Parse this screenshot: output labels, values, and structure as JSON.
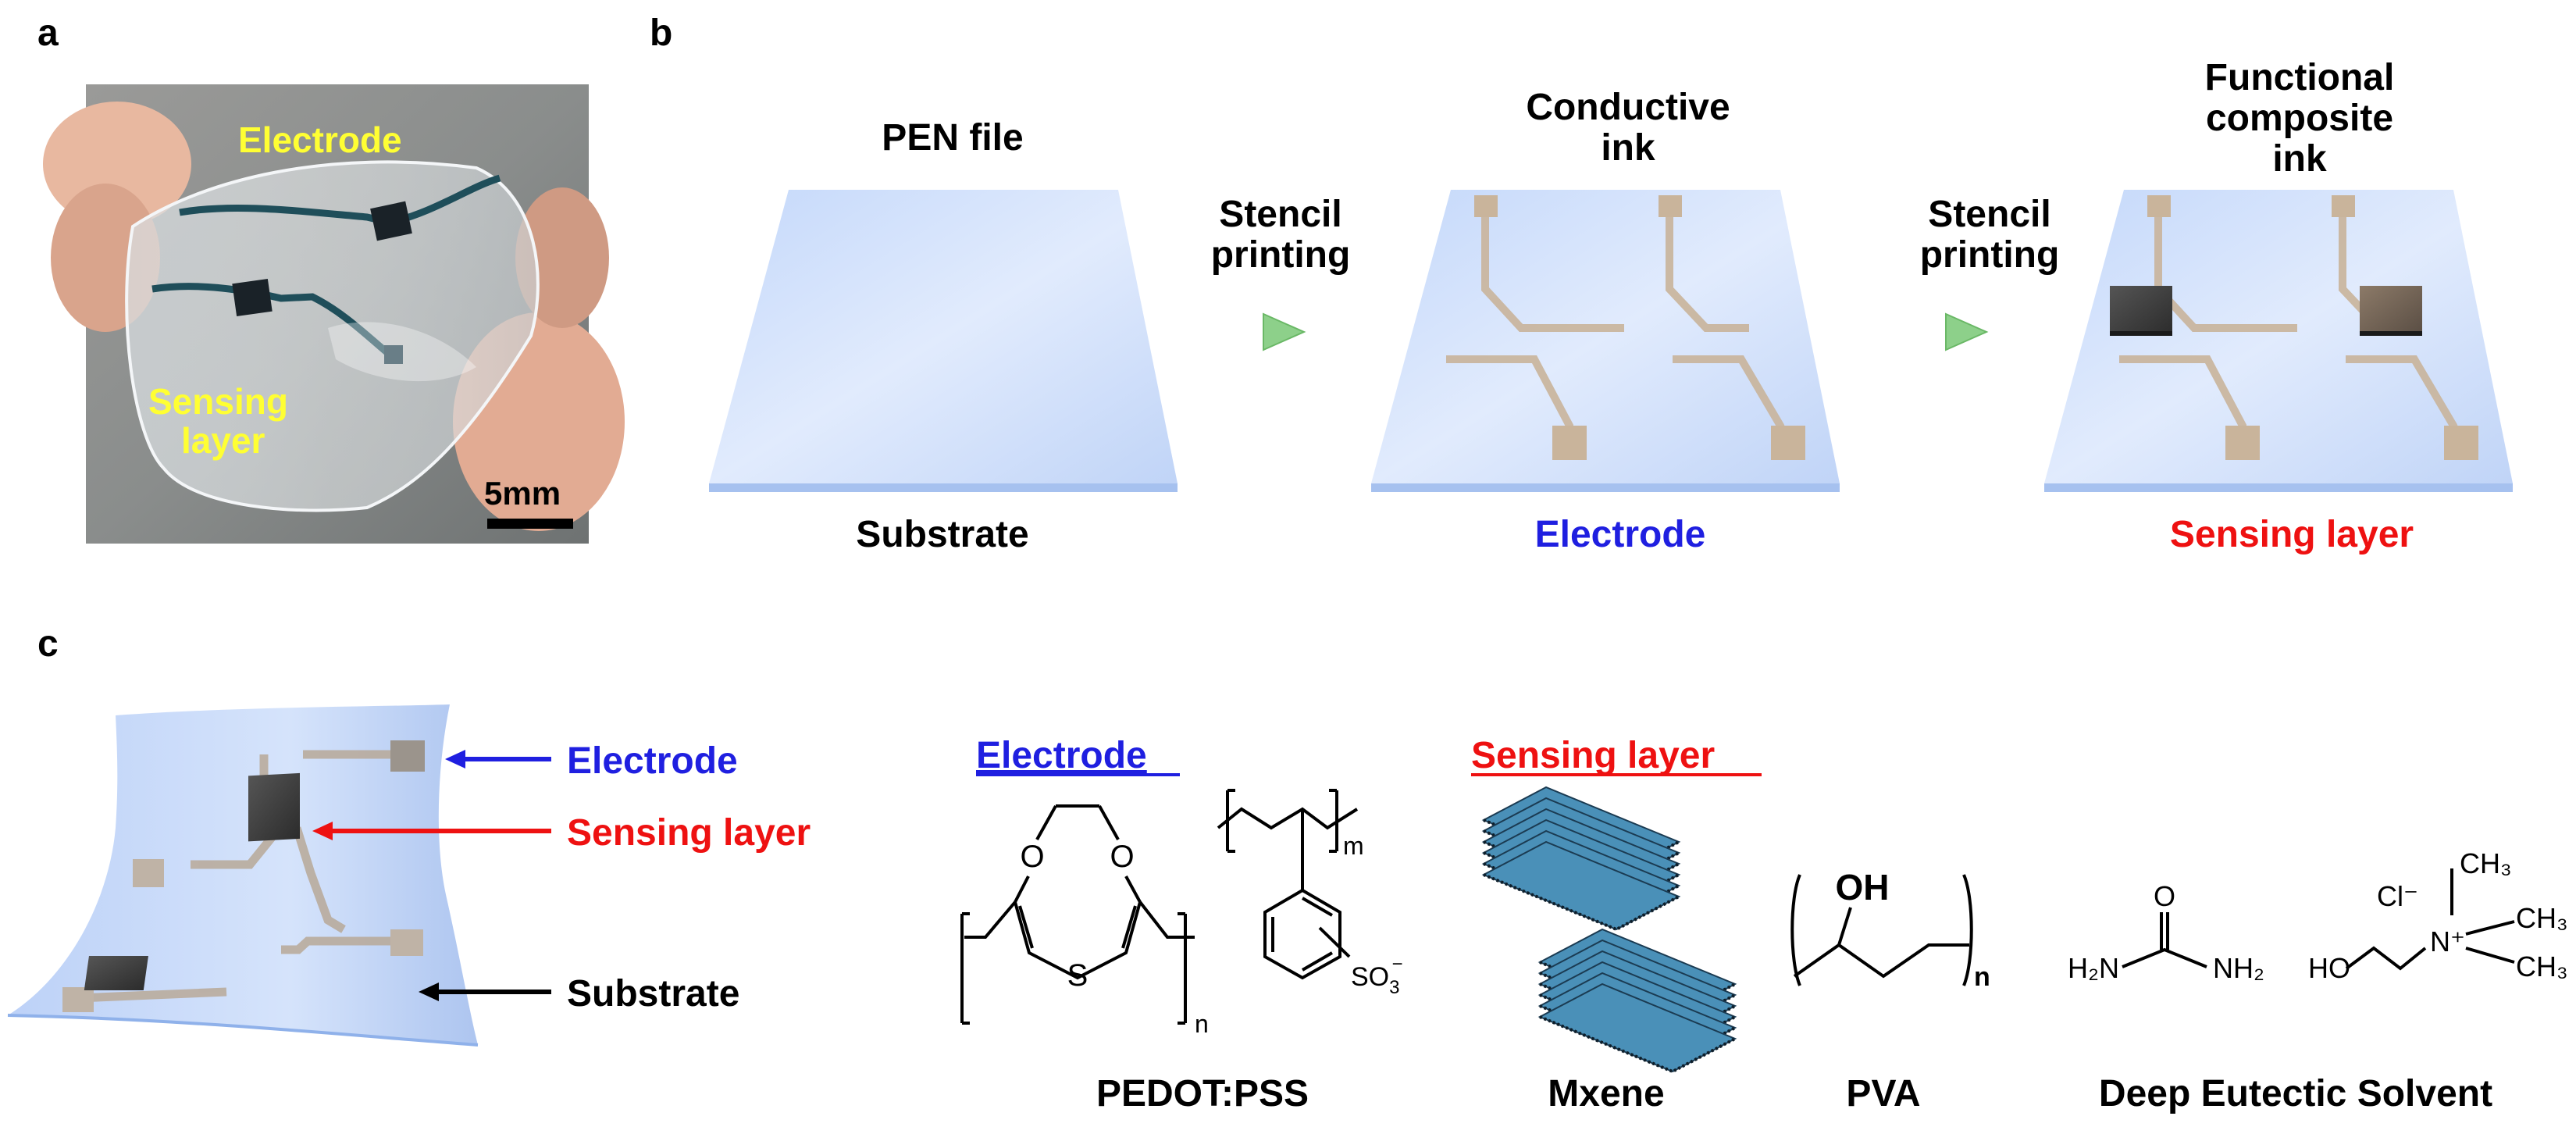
{
  "panel_a": {
    "letter": "a",
    "electrode_label": "Electrode",
    "sensing_label_line1": "Sensing",
    "sensing_label_line2": "layer",
    "scale_bar": "5mm"
  },
  "panel_b": {
    "letter": "b",
    "step1_top": "PEN file",
    "step1_bottom": "Substrate",
    "arrow1_line1": "Stencil",
    "arrow1_line2": "printing",
    "step2_top_line1": "Conductive",
    "step2_top_line2": "ink",
    "step2_bottom": "Electrode",
    "arrow2_line1": "Stencil",
    "arrow2_line2": "printing",
    "step3_top_line1": "Functional",
    "step3_top_line2": "composite",
    "step3_top_line3": "ink",
    "step3_bottom": "Sensing layer"
  },
  "panel_c": {
    "letter": "c",
    "callout_electrode": "Electrode",
    "callout_sensing": "Sensing layer",
    "callout_substrate": "Substrate",
    "section_electrode": "Electrode",
    "section_sensing": "Sensing layer",
    "pedot_o1": "O",
    "pedot_o2": "O",
    "pedot_s": "S",
    "pedot_n": "n",
    "pss_m": "m",
    "pss_so3": "SO",
    "pss_sub3": "3",
    "pss_minus": "−",
    "pedot_pss_caption": "PEDOT:PSS",
    "mxene_caption": "Mxene",
    "pva_oh": "OH",
    "pva_n": "n",
    "pva_caption": "PVA",
    "urea_o": "O",
    "urea_h2n": "H₂N",
    "urea_nh2": "NH₂",
    "chol_cl": "Cl⁻",
    "chol_ho": "HO",
    "chol_n": "N⁺",
    "chol_ch3_1": "CH₃",
    "chol_ch3_2": "CH₃",
    "chol_ch3_3": "CH₃",
    "des_caption": "Deep Eutectic Solvent"
  },
  "colors": {
    "substrate_fill": "#cfe0fb",
    "substrate_edge": "#a9c4f0",
    "electrode_trace": "#c7b49a",
    "sensing_pad": "#3d3d3d",
    "arrow_green": "#8dd08a",
    "blue_label": "#1f1fe0",
    "red_label": "#ee1111",
    "yellow_label": "#ffff33",
    "mxene_blue": "#4a90b8"
  }
}
